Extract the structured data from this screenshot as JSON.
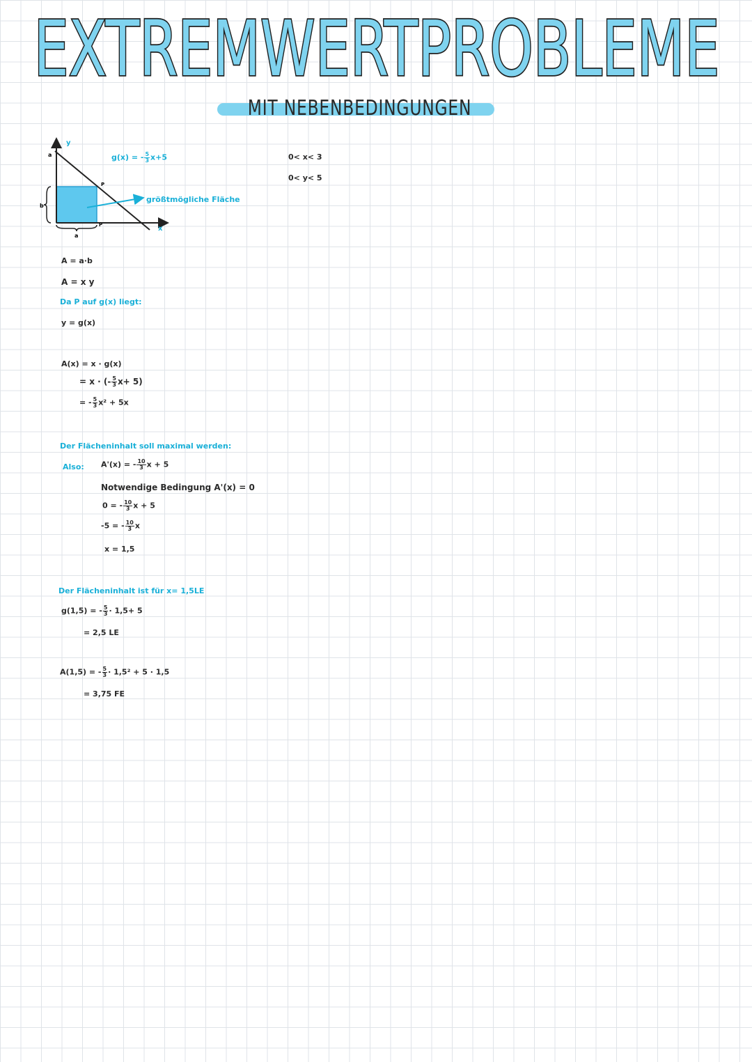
{
  "title": "EXTREMWERTPROBLEME",
  "subtitle": "MIT NEBENBEDINGUNGEN",
  "graph": {
    "y_axis_label": "y",
    "x_axis_label": "x",
    "y_intercept_label": "a",
    "side_b_label": "b",
    "side_a_label": "a",
    "point_label_top": "P",
    "point_label_bottom": "P",
    "function_label_prefix": "g(x) = -",
    "function_frac_num": "5",
    "function_frac_den": "3",
    "function_label_suffix": "x+5",
    "arrow_label": "größtmögliche Fläche"
  },
  "constraints": [
    "0< x< 3",
    "0< y< 5"
  ],
  "steps": {
    "line1": "A = a·b",
    "line2": "A = x  y",
    "line3": "Da P auf g(x) liegt:",
    "line4": "y = g(x)",
    "line5": "A(x) = x · g(x)",
    "line6_prefix": "= x · (-",
    "line6_suffix": "x+ 5)",
    "line7_prefix": "= -",
    "line7_suffix": "x² + 5x",
    "line8": "Der Flächeninhalt soll maximal werden:",
    "also_label": "Also:",
    "line9_prefix": "A'(x) = -",
    "line9_suffix": "x + 5",
    "line10": "Notwendige Bedingung   A'(x) = 0",
    "line11_prefix": "0 = -",
    "line11_suffix": "x + 5",
    "line12_prefix": "-5 = -",
    "line12_suffix": "x",
    "line13": "x = 1,5",
    "line14": "Der Flächeninhalt ist für  x= 1,5LE",
    "line15_prefix": "g(1,5) = -",
    "line15_suffix": "· 1,5+ 5",
    "line16": "= 2,5 LE",
    "line17_prefix": "A(1,5) = -",
    "line17_suffix": "· 1,5² + 5 · 1,5",
    "line18": "= 3,75 FE",
    "frac_5": "5",
    "frac_3": "3",
    "frac_10": "10"
  },
  "colors": {
    "accent": "#1ab0d8",
    "highlight": "#7fd3ef",
    "fill": "#5ec8ee"
  }
}
